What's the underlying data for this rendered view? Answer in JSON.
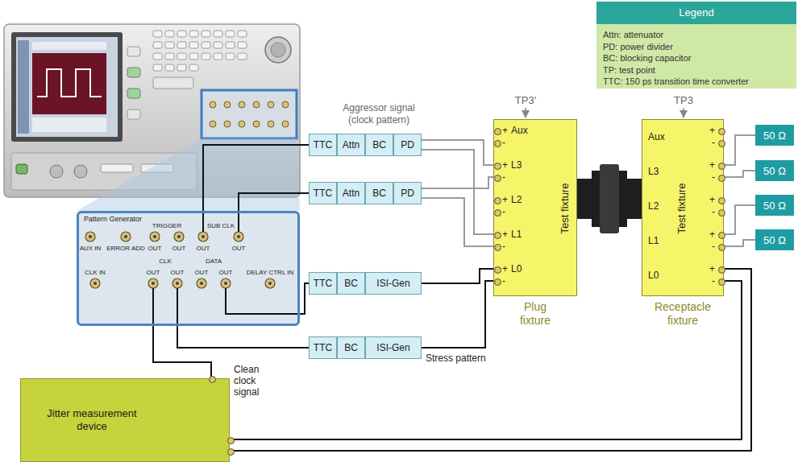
{
  "diagram": {
    "nodes": [
      {
        "text": [
          "Pattern Generator"
        ]
      },
      {
        "text": [
          "TTC"
        ]
      },
      {
        "text": [
          "Attn"
        ]
      },
      {
        "text": [
          "BC"
        ]
      },
      {
        "text": [
          "PD"
        ]
      },
      {
        "text": [
          "TTC"
        ]
      },
      {
        "text": [
          "Attn"
        ]
      },
      {
        "text": [
          "BC"
        ]
      },
      {
        "text": [
          "PD"
        ]
      },
      {
        "text": [
          "TTC"
        ]
      },
      {
        "text": [
          "BC"
        ]
      },
      {
        "text": [
          "ISI-Gen"
        ]
      },
      {
        "text": [
          "TTC"
        ]
      },
      {
        "text": [
          "BC"
        ]
      },
      {
        "text": [
          "ISI-Gen"
        ]
      },
      {
        "text": [
          "Test fixture",
          "Plug fixture"
        ]
      },
      {
        "text": [
          "Test fixture",
          "Receptacle fixture"
        ]
      },
      {
        "text": [
          "50 Ω"
        ]
      },
      {
        "text": [
          "50 Ω"
        ]
      },
      {
        "text": [
          "50 Ω"
        ]
      },
      {
        "text": [
          "50 Ω"
        ]
      },
      {
        "text": [
          "Jitter measurement device"
        ]
      }
    ],
    "edges": [
      {
        "from": 0,
        "to": 1,
        "arrow": "none"
      },
      {
        "from": 0,
        "to": 5,
        "arrow": "none"
      },
      {
        "from": 0,
        "to": 9,
        "arrow": "none"
      },
      {
        "from": 0,
        "to": 12,
        "arrow": "none"
      },
      {
        "from": 0,
        "to": 21,
        "label": "Clean clock signal",
        "arrow": "none"
      },
      {
        "from": 4,
        "to": 15,
        "arrow": "none"
      },
      {
        "from": 4,
        "to": 15,
        "arrow": "none"
      },
      {
        "from": 8,
        "to": 15,
        "arrow": "none"
      },
      {
        "from": 8,
        "to": 15,
        "arrow": "none"
      },
      {
        "from": 11,
        "to": 15,
        "arrow": "none"
      },
      {
        "from": 14,
        "to": 15,
        "label": "Stress pattern",
        "arrow": "none"
      },
      {
        "from": 16,
        "to": 17,
        "arrow": "none"
      },
      {
        "from": 16,
        "to": 18,
        "arrow": "none"
      },
      {
        "from": 16,
        "to": 19,
        "arrow": "none"
      },
      {
        "from": 16,
        "to": 20,
        "arrow": "none"
      },
      {
        "from": 16,
        "to": 21,
        "arrow": "none"
      },
      {
        "from": 16,
        "to": 21,
        "arrow": "none"
      }
    ],
    "labels": [
      "TP3′",
      "TP3",
      "Aggressor signal (clock pattern)",
      "Legend",
      "AUX IN",
      "ERROR ADD",
      "TRIGGER",
      "OUT",
      "OUT",
      "SUB CLK",
      "OUT",
      "OUT",
      "CLK IN",
      "CLK",
      "OUT",
      "OUT",
      "DATA",
      "OUT",
      "OUT",
      "DELAY CTRL IN",
      "+",
      "Aux",
      "-",
      "+",
      "L3",
      "-",
      "+",
      "L2",
      "-",
      "+",
      "L1",
      "-",
      "+",
      "L0",
      "-",
      "Aux",
      "+",
      "-",
      "L3",
      "+",
      "-",
      "L2",
      "+",
      "-",
      "L1",
      "+",
      "-",
      "L0",
      "+",
      "-"
    ],
    "legend": [
      {
        "text": "Attn: attenuator"
      },
      {
        "text": "PD: power divider"
      },
      {
        "text": "BC: blocking capacitor"
      },
      {
        "text": "TP: test point"
      },
      {
        "text": "TTC: 150 ps transition time converter"
      }
    ]
  }
}
